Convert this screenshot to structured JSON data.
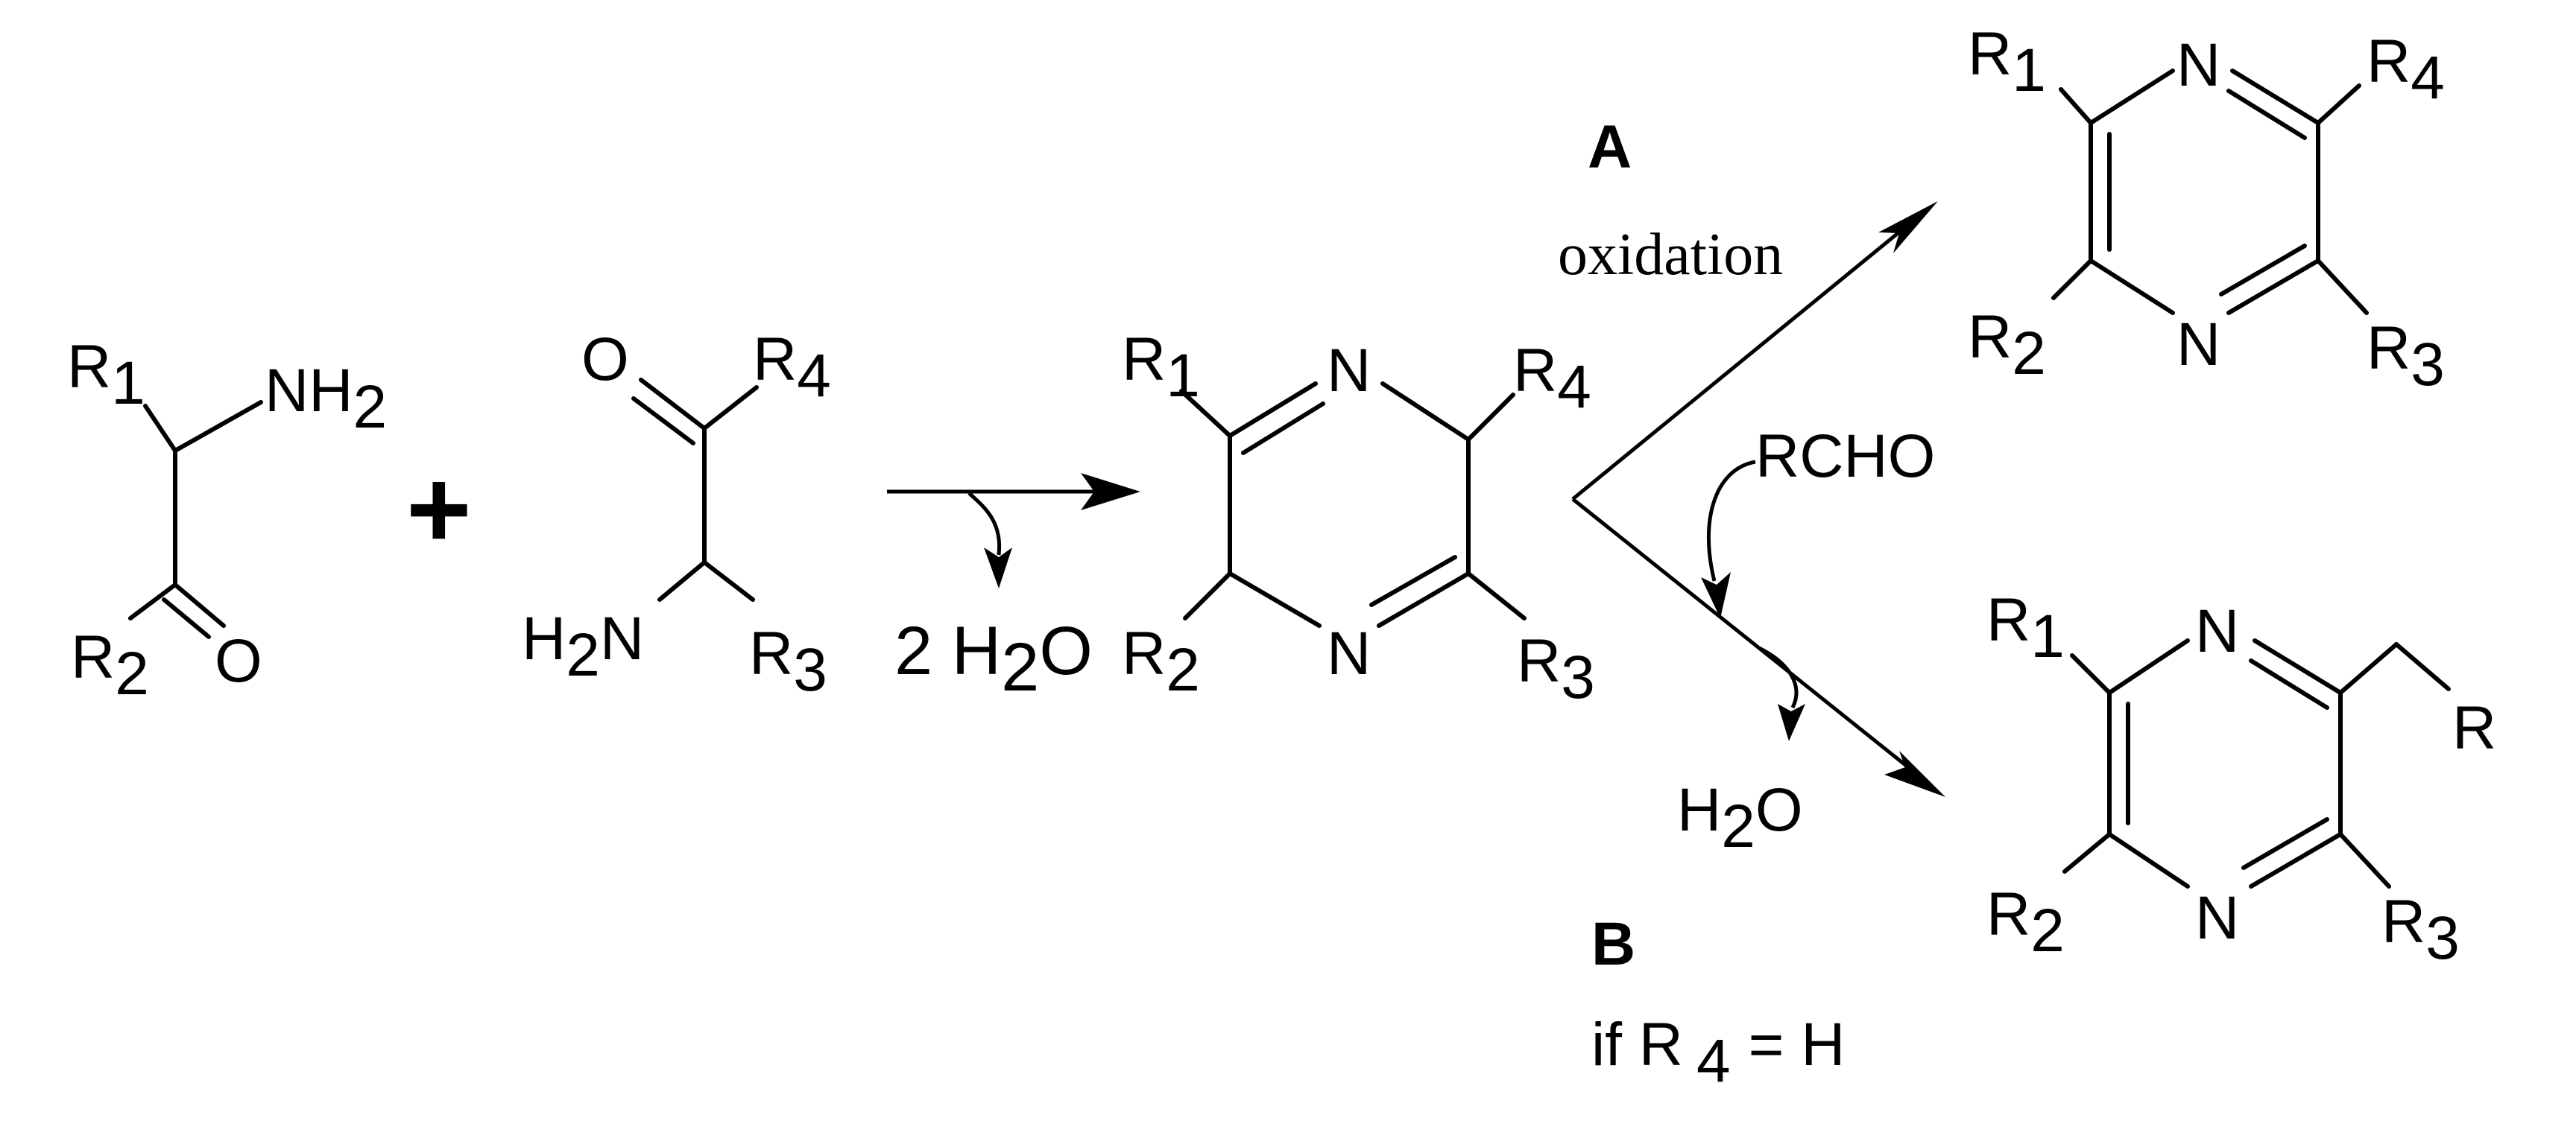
{
  "reactant_1": {
    "r1": "R",
    "r1_sub": "1",
    "amine": "NH",
    "amine_sub": "2",
    "r2": "R",
    "r2_sub": "2",
    "oxygen": "O"
  },
  "plus_sign": "+",
  "reactant_2": {
    "oxygen": "O",
    "r4": "R",
    "r4_sub": "4",
    "amine_prefix": "H",
    "amine_sub": "2",
    "amine_n": "N",
    "r3": "R",
    "r3_sub": "3"
  },
  "condensation": {
    "byproduct_count": "2 H",
    "byproduct_sub": "2",
    "byproduct_o": "O"
  },
  "dihydropyrazine": {
    "r1": "R",
    "r1_sub": "1",
    "n_top": "N",
    "r4": "R",
    "r4_sub": "4",
    "r2": "R",
    "r2_sub": "2",
    "n_bottom": "N",
    "r3": "R",
    "r3_sub": "3"
  },
  "path_a": {
    "label": "A",
    "condition": "oxidation"
  },
  "pyrazine_a": {
    "r1": "R",
    "r1_sub": "1",
    "n_top": "N",
    "r4": "R",
    "r4_sub": "4",
    "r2": "R",
    "r2_sub": "2",
    "n_bottom": "N",
    "r3": "R",
    "r3_sub": "3"
  },
  "path_b": {
    "label": "B",
    "reagent": "RCHO",
    "byproduct_h": "H",
    "byproduct_sub": "2",
    "byproduct_o": "O",
    "condition_prefix": "if R",
    "condition_sub": "4",
    "condition_suffix": "= H"
  },
  "pyrazine_b": {
    "r1": "R",
    "r1_sub": "1",
    "n_top": "N",
    "r": "R",
    "r2": "R",
    "r2_sub": "2",
    "n_bottom": "N",
    "r3": "R",
    "r3_sub": "3"
  }
}
